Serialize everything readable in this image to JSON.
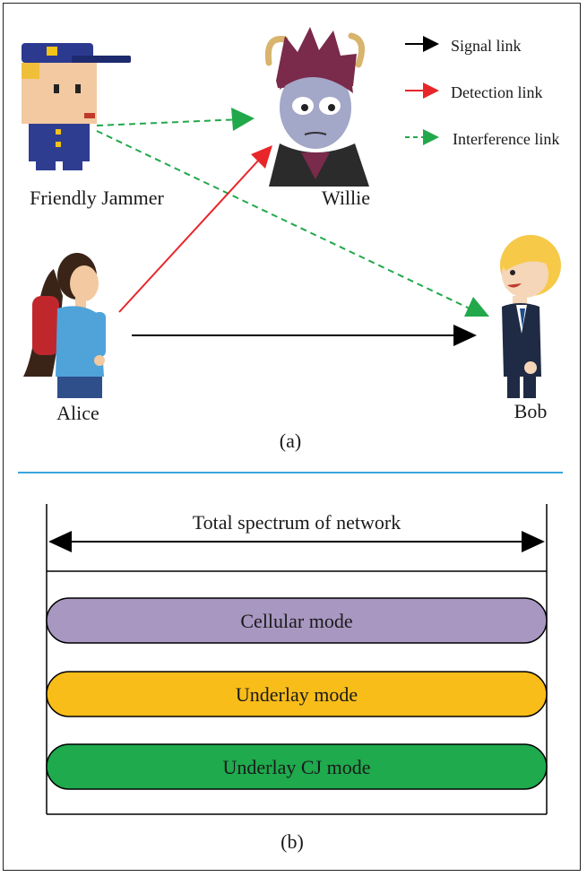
{
  "panel_a": {
    "caption": "(a)",
    "nodes": {
      "jammer": "Friendly Jammer",
      "willie": "Willie",
      "alice": "Alice",
      "bob": "Bob"
    },
    "legend": [
      {
        "label": "Signal link",
        "color": "#000000",
        "style": "solid"
      },
      {
        "label": "Detection link",
        "color": "#e8262a",
        "style": "solid"
      },
      {
        "label": "Interference link",
        "color": "#21a84a",
        "style": "dashed"
      }
    ]
  },
  "panel_b": {
    "caption": "(b)",
    "spectrum_label": "Total spectrum of network",
    "modes": [
      {
        "label": "Cellular mode",
        "color": "#a897c1"
      },
      {
        "label": "Underlay mode",
        "color": "#f9bd19"
      },
      {
        "label": "Underlay CJ mode",
        "color": "#1eaa4d"
      }
    ]
  },
  "colors": {
    "divider": "#3aa6dc"
  }
}
